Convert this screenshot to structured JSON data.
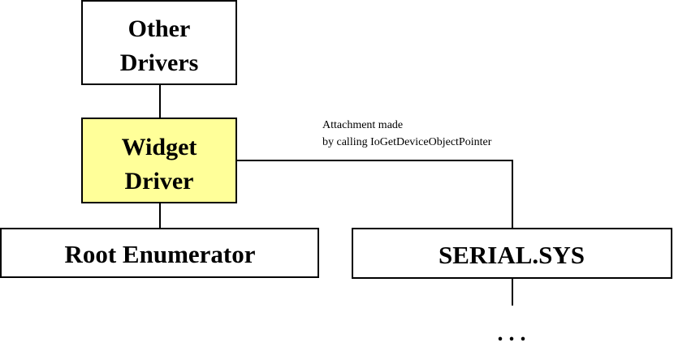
{
  "boxes": {
    "other_drivers": {
      "line1": "Other",
      "line2": "Drivers"
    },
    "widget_driver": {
      "line1": "Widget",
      "line2": "Driver"
    },
    "root_enumerator": {
      "label": "Root Enumerator"
    },
    "serial_sys": {
      "label": "SERIAL.SYS"
    }
  },
  "annotation": {
    "line1": "Attachment made",
    "line2": "by calling IoGetDeviceObjectPointer"
  },
  "continuation": ". . .",
  "colors": {
    "widget_fill": "#FFFF99",
    "box_fill": "#FFFFFF",
    "stroke": "#000000"
  }
}
